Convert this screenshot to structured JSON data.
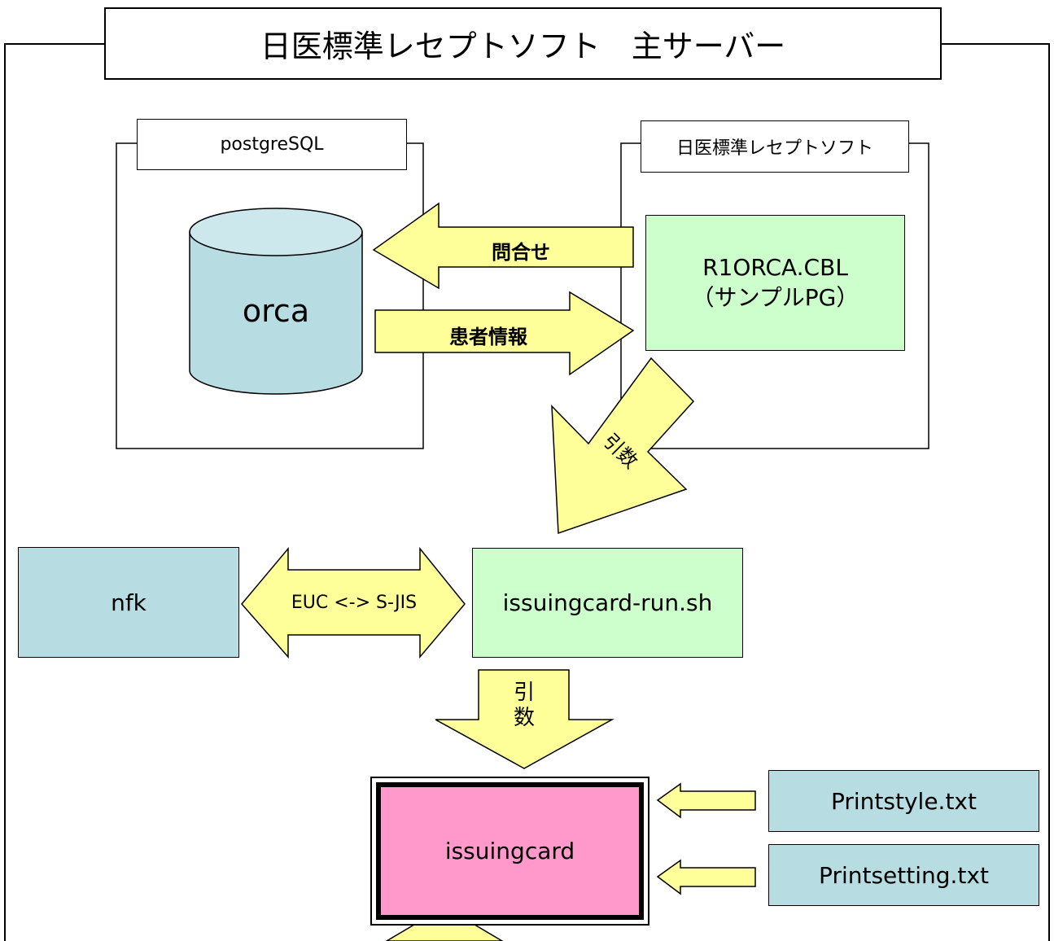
{
  "title": "日医標準レセプトソフト　主サーバー",
  "postgres": {
    "label": "postgreSQL",
    "db_name": "orca"
  },
  "orca_soft": {
    "label": "日医標準レセプトソフト",
    "program_line1": "R1ORCA.CBL",
    "program_line2": "（サンプルPG）"
  },
  "arrows": {
    "query": "問合せ",
    "patient_info": "患者情報",
    "args_diagonal": "引数",
    "args_down_line1": "引",
    "args_down_line2": "数",
    "encoding": "EUC <-> S-JIS"
  },
  "nfk": "nfk",
  "run_script": "issuingcard-run.sh",
  "issuingcard": "issuingcard",
  "printstyle": "Printstyle.txt",
  "printsetting": "Printsetting.txt",
  "colors": {
    "arrow_fill": "#ffff99",
    "db_fill": "#b7dde3",
    "db_top": "#cce8ec",
    "program_fill": "#ccffcc",
    "teal_box": "#b7dde3",
    "pink_box": "#ff99cc"
  }
}
